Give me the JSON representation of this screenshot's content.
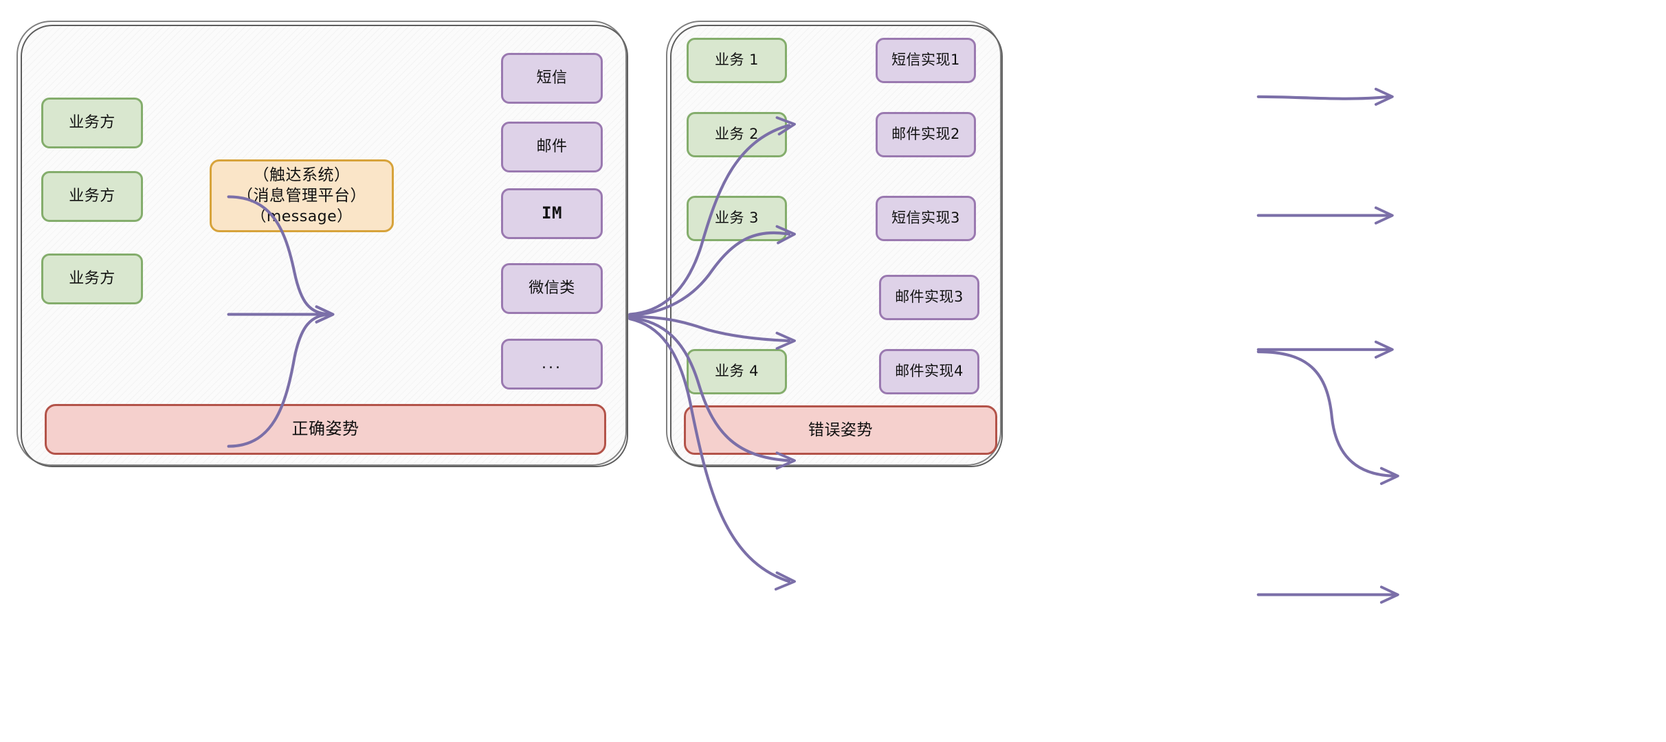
{
  "diagram": {
    "title_not_shown": "",
    "colors": {
      "green_fill": "#d9e7cf",
      "green_stroke": "#84ad6c",
      "purple_fill": "#ded2e8",
      "purple_stroke": "#9a79b0",
      "orange_fill": "#fae5c8",
      "orange_stroke": "#d7a33b",
      "red_fill": "#f5d0cd",
      "red_stroke": "#b35349",
      "arrow_stroke": "#7b6fa8",
      "panel_stroke": "#5d5d5d",
      "panel_fill": "#fbfbfb"
    },
    "left_panel": {
      "banner_label": "正确姿势",
      "sources": [
        {
          "label": "业务方"
        },
        {
          "label": "业务方"
        },
        {
          "label": "业务方"
        }
      ],
      "hub": {
        "line1": "（触达系统）",
        "line2": "（消息管理平台）",
        "line3": "（message）"
      },
      "channels": [
        {
          "label": "短信"
        },
        {
          "label": "邮件"
        },
        {
          "label": "IM"
        },
        {
          "label": "微信类"
        },
        {
          "label": "..."
        }
      ],
      "edges": [
        {
          "from": "业务方 1",
          "to": "（触达系统）"
        },
        {
          "from": "业务方 2",
          "to": "（触达系统）"
        },
        {
          "from": "业务方 3",
          "to": "（触达系统）"
        },
        {
          "from": "（触达系统）",
          "to": "短信"
        },
        {
          "from": "（触达系统）",
          "to": "邮件"
        },
        {
          "from": "（触达系统）",
          "to": "IM"
        },
        {
          "from": "（触达系统）",
          "to": "微信类"
        },
        {
          "from": "（触达系统）",
          "to": "..."
        }
      ]
    },
    "right_panel": {
      "banner_label": "错误姿势",
      "sources": [
        {
          "label": "业务 1"
        },
        {
          "label": "业务 2"
        },
        {
          "label": "业务 3"
        },
        {
          "label": "业务 4"
        }
      ],
      "implementations": [
        {
          "label": "短信实现1"
        },
        {
          "label": "邮件实现2"
        },
        {
          "label": "短信实现3"
        },
        {
          "label": "邮件实现3"
        },
        {
          "label": "邮件实现4"
        }
      ],
      "edges": [
        {
          "from": "业务 1",
          "to": "短信实现1"
        },
        {
          "from": "业务 2",
          "to": "邮件实现2"
        },
        {
          "from": "业务 3",
          "to": "短信实现3"
        },
        {
          "from": "业务 3",
          "to": "邮件实现3"
        },
        {
          "from": "业务 4",
          "to": "邮件实现4"
        }
      ]
    }
  }
}
